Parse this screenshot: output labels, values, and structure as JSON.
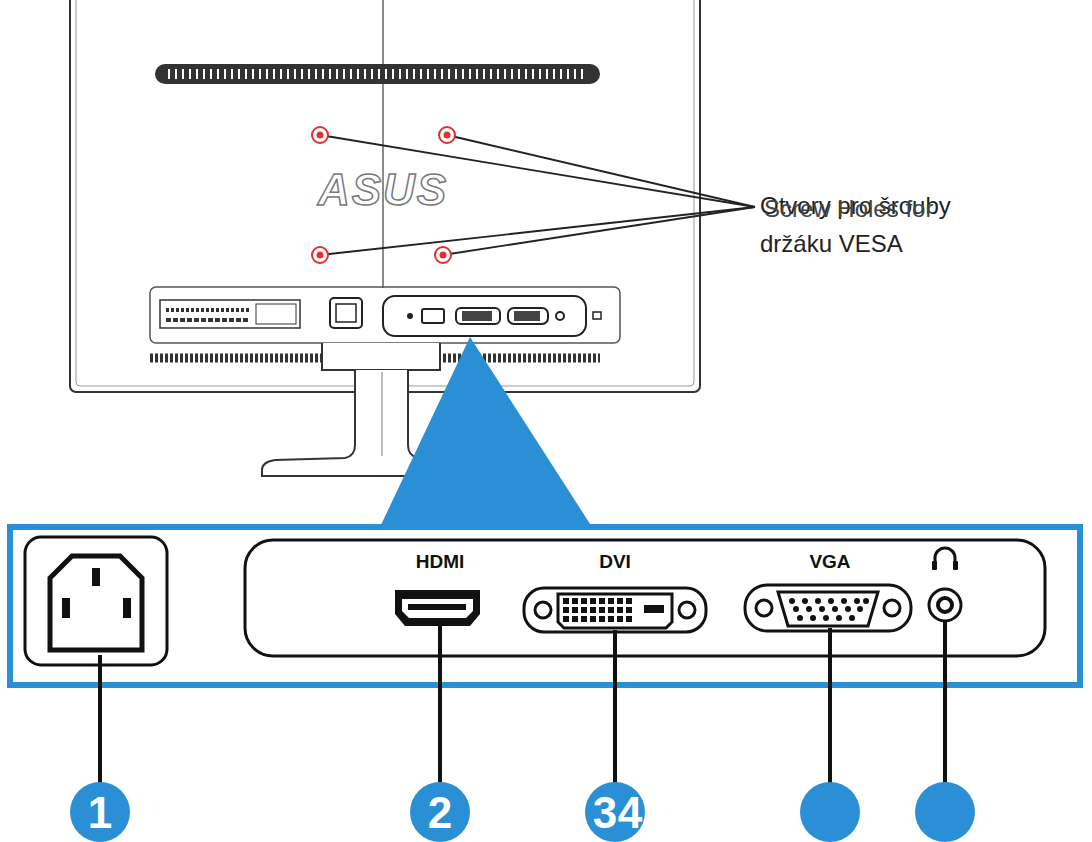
{
  "diagram": {
    "labels": [
      "ASUS",
      "Otvory pro šrouby",
      "Screw Holes for",
      "držáku VESA",
      "HDMI",
      "DVI",
      "VGA",
      "1",
      "2",
      "3",
      "4"
    ]
  }
}
